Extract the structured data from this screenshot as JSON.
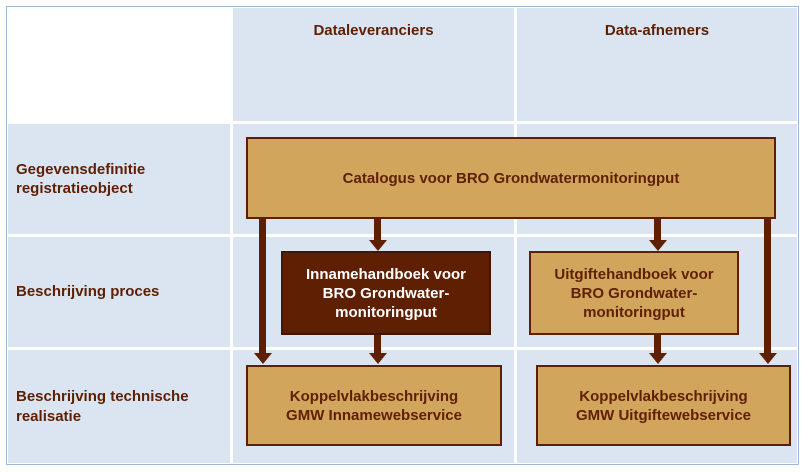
{
  "colors": {
    "cell_blue": "#DAE5F1",
    "tan": "#D2A55C",
    "dark_brown": "#5E1F02",
    "box_border": "#5E1F02",
    "grid_white": "#FFFFFF",
    "outer_border": "#9FB8D7"
  },
  "columns": [
    {
      "label": "Dataleveranciers"
    },
    {
      "label": "Data-afnemers"
    }
  ],
  "rows": [
    {
      "label": "Gegevensdefinitie registratieobject"
    },
    {
      "label": "Beschrijving proces"
    },
    {
      "label": "Beschrijving technische realisatie"
    }
  ],
  "boxes": {
    "catalogus": {
      "label": "Catalogus voor BRO Grondwatermonitoringput"
    },
    "inname_handboek": {
      "lines": [
        "Innamehandboek voor",
        "BRO Grondwater-",
        "monitoringput"
      ]
    },
    "uitgifte_handboek": {
      "lines": [
        "Uitgiftehandboek voor",
        "BRO Grondwater-",
        "monitoringput"
      ]
    },
    "inname_koppelvlak": {
      "lines": [
        "Koppelvlakbeschrijving",
        "GMW Innamewebservice"
      ]
    },
    "uitgifte_koppelvlak": {
      "lines": [
        "Koppelvlakbeschrijving",
        "GMW Uitgiftewebservice"
      ]
    }
  }
}
